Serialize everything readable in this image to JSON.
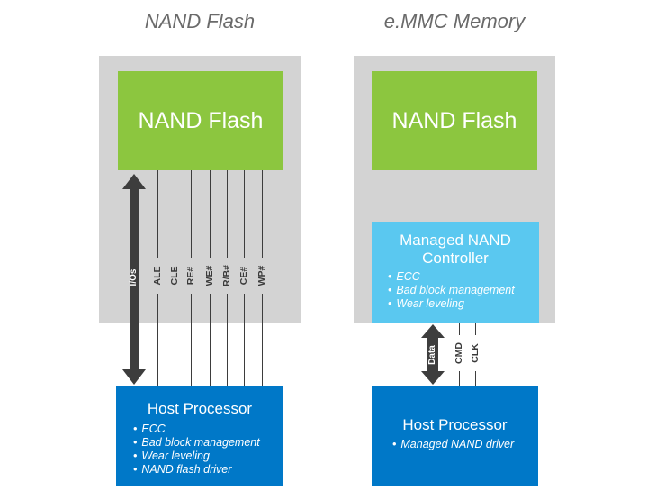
{
  "left": {
    "title": "NAND Flash",
    "flash_label": "NAND Flash",
    "bus_label": "I/Os",
    "signals": [
      "ALE",
      "CLE",
      "RE#",
      "WE#",
      "R/B#",
      "CE#",
      "WP#"
    ],
    "host": {
      "title": "Host Processor",
      "items": [
        "ECC",
        "Bad block management",
        "Wear leveling",
        "NAND flash driver"
      ]
    }
  },
  "right": {
    "title": "e.MMC Memory",
    "flash_label": "NAND Flash",
    "controller": {
      "title_line1": "Managed NAND",
      "title_line2": "Controller",
      "items": [
        "ECC",
        "Bad block management",
        "Wear leveling"
      ]
    },
    "bus_label": "Data",
    "signals": [
      "CMD",
      "CLK"
    ],
    "host": {
      "title": "Host Processor",
      "items": [
        "Managed NAND driver"
      ]
    }
  },
  "colors": {
    "panel_gray": "#d3d3d3",
    "flash_green": "#8cc63f",
    "controller_cyan": "#5ac8f0",
    "host_blue": "#0078c8",
    "arrow_gray": "#3d3d3d"
  }
}
